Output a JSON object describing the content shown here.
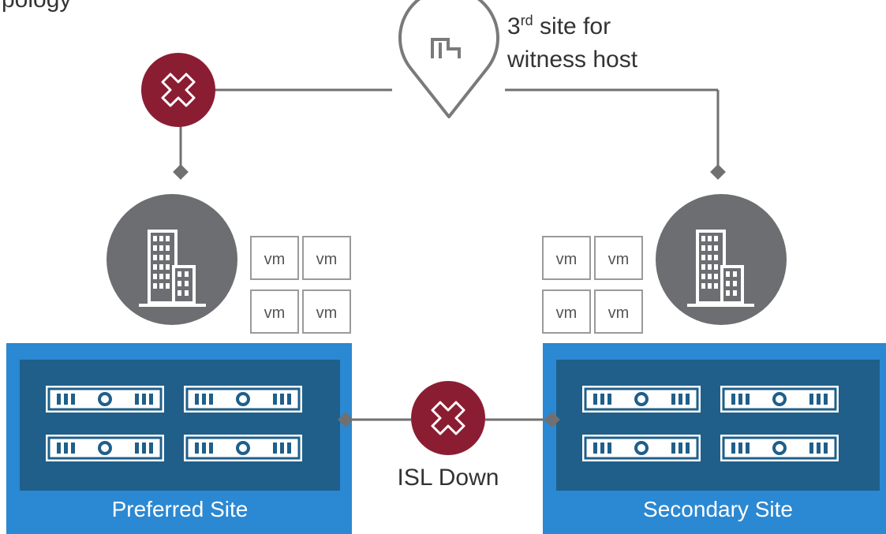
{
  "caption_partial": "pology",
  "witness": {
    "label_line1_prefix": "3",
    "label_line1_sup": "rd",
    "label_line1_suffix": " site for",
    "label_line2": "witness host",
    "icon": "building-map-pin-icon"
  },
  "failures": {
    "witness_link_status_icon": "x-fail-icon",
    "isl_status_icon": "x-fail-icon"
  },
  "isl_label": "ISL Down",
  "sites": [
    {
      "name": "Preferred Site",
      "building_icon": "office-building-icon",
      "vms": [
        "vm",
        "vm",
        "vm",
        "vm"
      ],
      "server_count": 4
    },
    {
      "name": "Secondary Site",
      "building_icon": "office-building-icon",
      "vms": [
        "vm",
        "vm",
        "vm",
        "vm"
      ],
      "server_count": 4
    }
  ],
  "colors": {
    "site_blue": "#2b88d2",
    "site_inner": "#1f5f8a",
    "failure_red": "#8b1d33",
    "building_gray": "#6d6e71",
    "connector_gray": "#707070"
  }
}
